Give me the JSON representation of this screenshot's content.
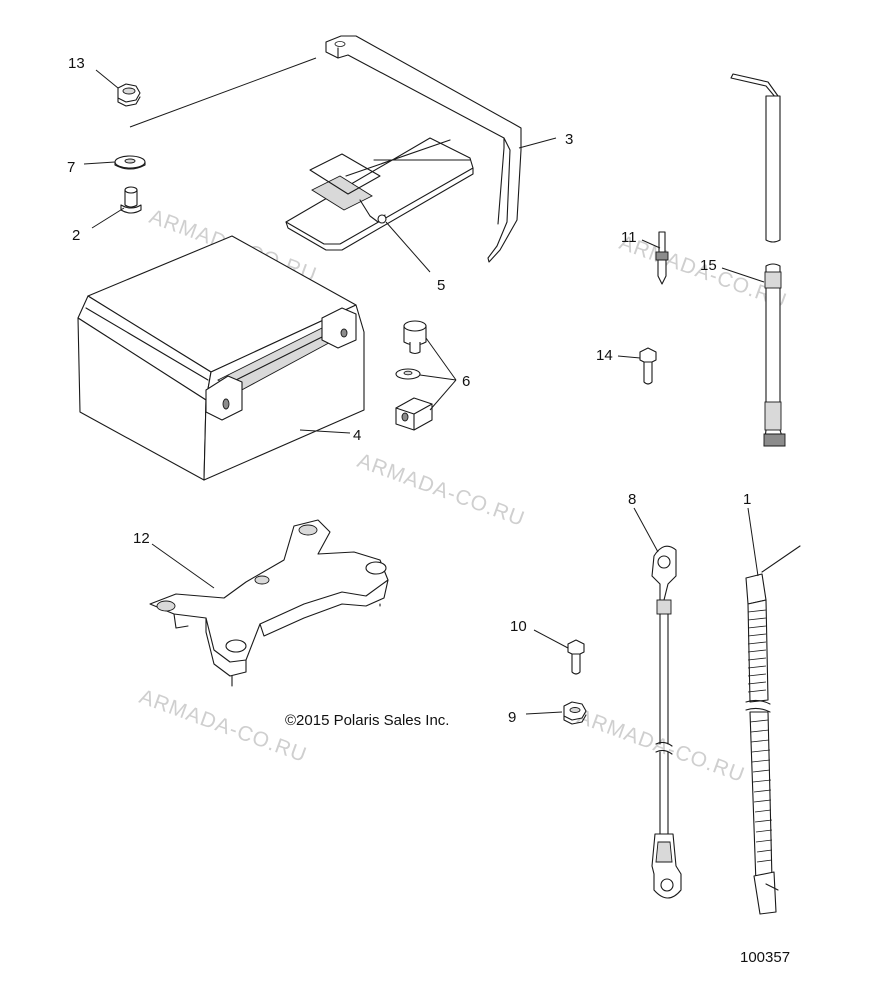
{
  "diagram": {
    "copyright": "©2015 Polaris Sales Inc.",
    "reference_number": "100357",
    "watermark": "ARMADA-CO.RU",
    "callouts": [
      "1",
      "2",
      "3",
      "4",
      "5",
      "6",
      "7",
      "8",
      "9",
      "10",
      "11",
      "12",
      "13",
      "14",
      "15"
    ]
  }
}
